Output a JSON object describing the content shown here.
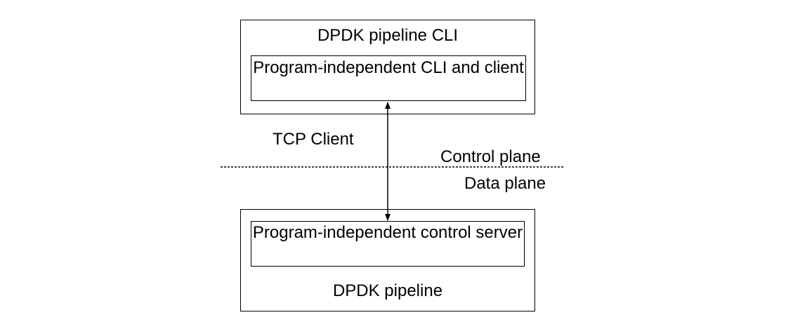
{
  "cli_block": {
    "title": "DPDK pipeline CLI",
    "inner": "Program-independent CLI and client"
  },
  "server_block": {
    "title": "DPDK pipeline",
    "inner": "Program-independent control server"
  },
  "connection": {
    "label": "TCP Client"
  },
  "planes": {
    "control": "Control plane",
    "data": "Data plane"
  }
}
